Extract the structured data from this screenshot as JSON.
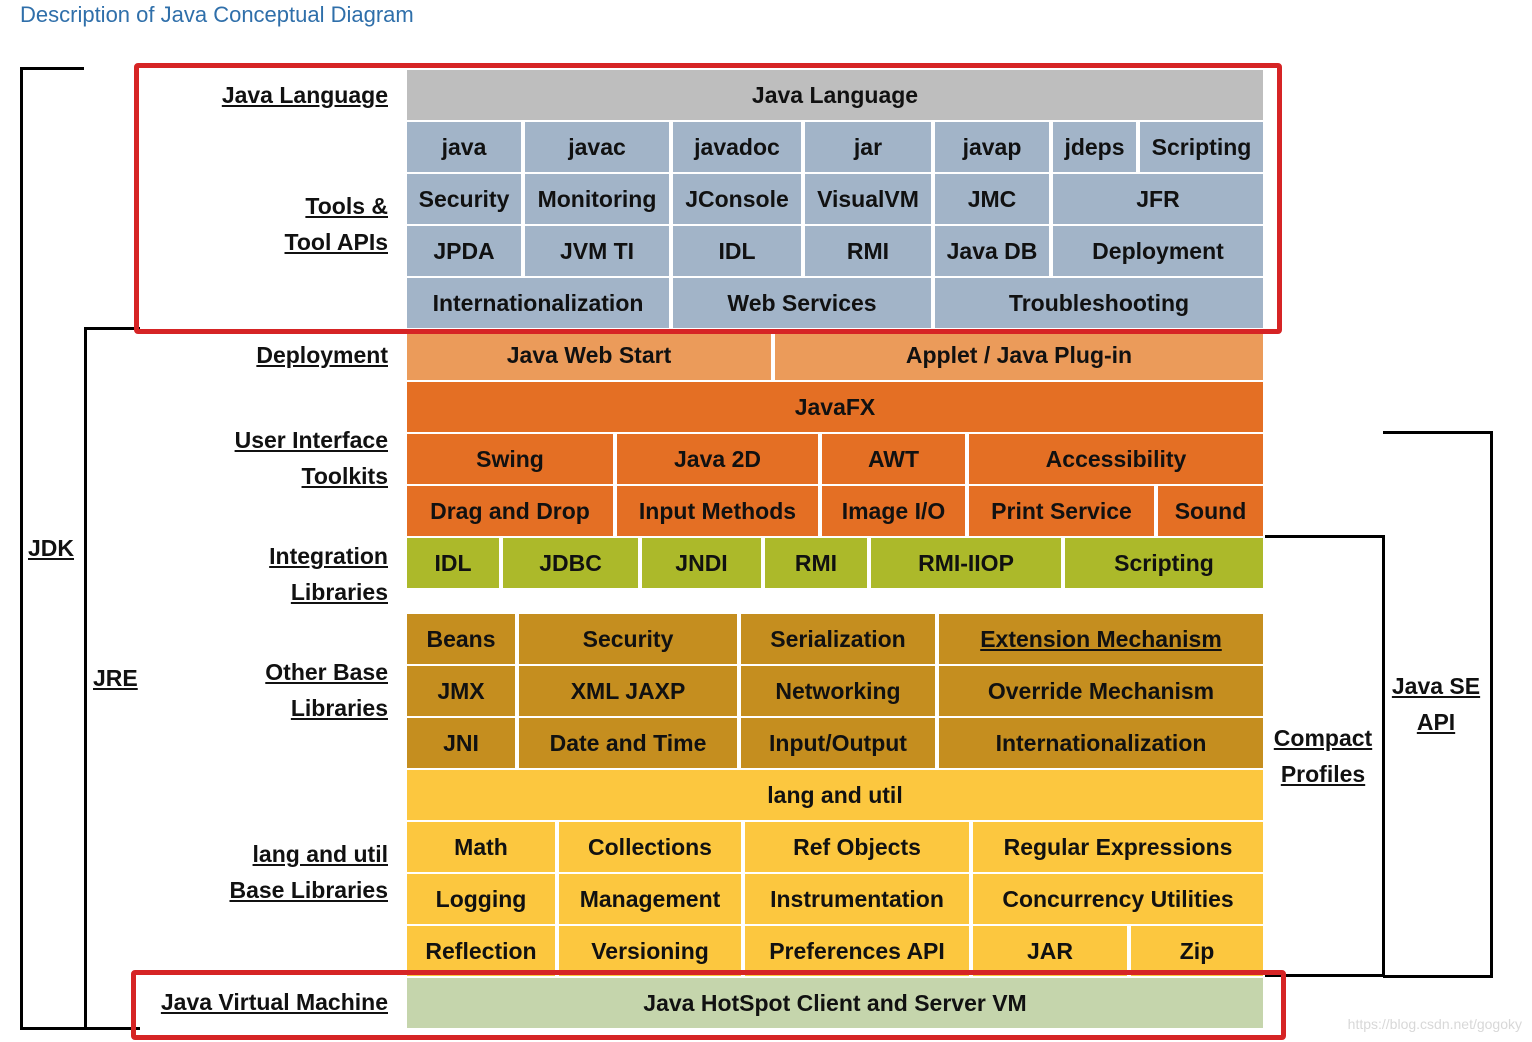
{
  "title": "Description of Java Conceptual Diagram",
  "watermark": "https://blog.csdn.net/gogoky",
  "colors": {
    "java_language": "#bebebe",
    "tools": "#a2b4c8",
    "deployment": "#eb9b5a",
    "ui_toolkits": "#e46f24",
    "integration": "#acb92a",
    "other_base": "#c58e1f",
    "lang_util": "#fcc73f",
    "jvm": "#c5d5ac",
    "highlight": "#d62425"
  },
  "row_labels": {
    "java_language": "Java Language",
    "tools_1": "Tools &",
    "tools_2": "Tool APIs",
    "deployment": "Deployment",
    "ui_1": "User Interface",
    "ui_2": "Toolkits",
    "integration_1": "Integration",
    "integration_2": "Libraries",
    "other_1": "Other Base",
    "other_2": "Libraries",
    "lang_1": "lang and util",
    "lang_2": "Base Libraries",
    "jvm": "Java Virtual Machine"
  },
  "side_labels": {
    "jdk": "JDK",
    "jre": "JRE",
    "compact_1": "Compact",
    "compact_2": "Profiles",
    "javase_1": "Java SE",
    "javase_2": "API"
  },
  "java_language": "Java Language",
  "tools": {
    "r1": [
      "java",
      "javac",
      "javadoc",
      "jar",
      "javap",
      "jdeps",
      "Scripting"
    ],
    "r2": [
      "Security",
      "Monitoring",
      "JConsole",
      "VisualVM",
      "JMC",
      "JFR"
    ],
    "r3": [
      "JPDA",
      "JVM TI",
      "IDL",
      "RMI",
      "Java DB",
      "Deployment"
    ],
    "r4": [
      "Internationalization",
      "Web Services",
      "Troubleshooting"
    ]
  },
  "deployment": [
    "Java Web Start",
    "Applet / Java Plug-in"
  ],
  "javafx": "JavaFX",
  "ui": {
    "r1": [
      "Swing",
      "Java 2D",
      "AWT",
      "Accessibility"
    ],
    "r2": [
      "Drag and Drop",
      "Input Methods",
      "Image I/O",
      "Print Service",
      "Sound"
    ]
  },
  "integration": [
    "IDL",
    "JDBC",
    "JNDI",
    "RMI",
    "RMI-IIOP",
    "Scripting"
  ],
  "other": {
    "r1": [
      "Beans",
      "Security",
      "Serialization",
      "Extension Mechanism"
    ],
    "r2": [
      "JMX",
      "XML JAXP",
      "Networking",
      "Override Mechanism"
    ],
    "r3": [
      "JNI",
      "Date and Time",
      "Input/Output",
      "Internationalization"
    ]
  },
  "lang": {
    "header": "lang and util",
    "r1": [
      "Math",
      "Collections",
      "Ref Objects",
      "Regular Expressions"
    ],
    "r2": [
      "Logging",
      "Management",
      "Instrumentation",
      "Concurrency Utilities"
    ],
    "r3": [
      "Reflection",
      "Versioning",
      "Preferences API",
      "JAR",
      "Zip"
    ]
  },
  "jvm": "Java HotSpot Client and Server VM"
}
